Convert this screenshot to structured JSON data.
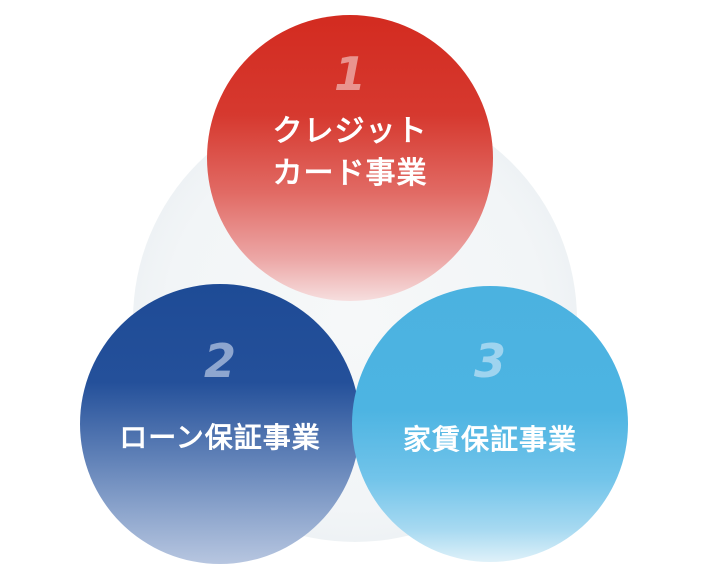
{
  "diagram": {
    "type": "venn-three-circles",
    "colors": {
      "background_circle": "#f2f5f7",
      "red": "#d32b20",
      "dark_blue": "#1e4b96",
      "light_blue": "#4bb2e0"
    },
    "circles": [
      {
        "number": "1",
        "label_line1": "クレジット",
        "label_line2": "カード事業"
      },
      {
        "number": "2",
        "label": "ローン保証事業"
      },
      {
        "number": "3",
        "label": "家賃保証事業"
      }
    ]
  }
}
